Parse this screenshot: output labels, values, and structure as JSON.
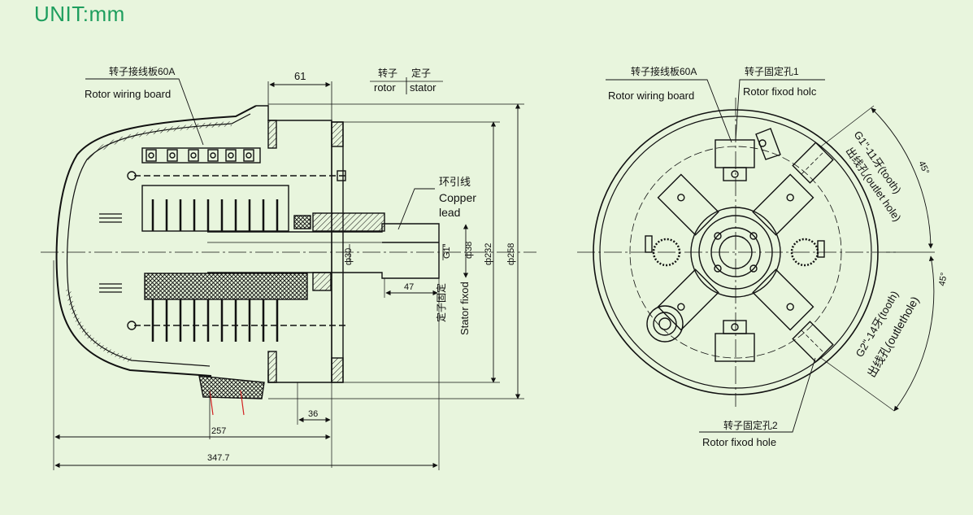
{
  "unit": "UNIT:mm",
  "side_view": {
    "wiring_board_cn": "转子接线板60A",
    "wiring_board_en": "Rotor wiring board",
    "dim_61": "61",
    "rotor_cn": "转子",
    "stator_cn": "定子",
    "rotor_en": "rotor",
    "stator_en": "stator",
    "lead_cn": "环引线",
    "lead_en_1": "Copper",
    "lead_en_2": "lead",
    "dim_phi30": "ф30",
    "dim_g1": "G1\"",
    "dim_phi38": "ф38",
    "dim_phi232": "ф232",
    "dim_phi258": "ф258",
    "dim_47": "47",
    "stator_fixed_cn": "定子固定",
    "stator_fixed_en": "Stator fixod",
    "dim_36": "36",
    "dim_257": "257",
    "dim_347": "347.7"
  },
  "front_view": {
    "wiring_board_cn": "转子接线板60A",
    "wiring_board_en": "Rotor wiring board",
    "fix_hole1_cn": "转子固定孔1",
    "fix_hole1_en": "Rotor fixod holc",
    "g1_cn": "G1\"-11牙(tooth)",
    "g1_en": "出线孔(outlet hole)",
    "angle_1": "45°",
    "angle_2": "45°",
    "g2_cn": "G2\"-14牙(tooth)",
    "g2_en": "出线孔(outlethole)",
    "fix_hole2_cn": "转子固定孔2",
    "fix_hole2_en": "Rotor fixod hole"
  },
  "colors": {
    "background": "#e8f5dd",
    "unit_text": "#1e9e5e",
    "line": "#111111",
    "accent": "#d22222"
  }
}
